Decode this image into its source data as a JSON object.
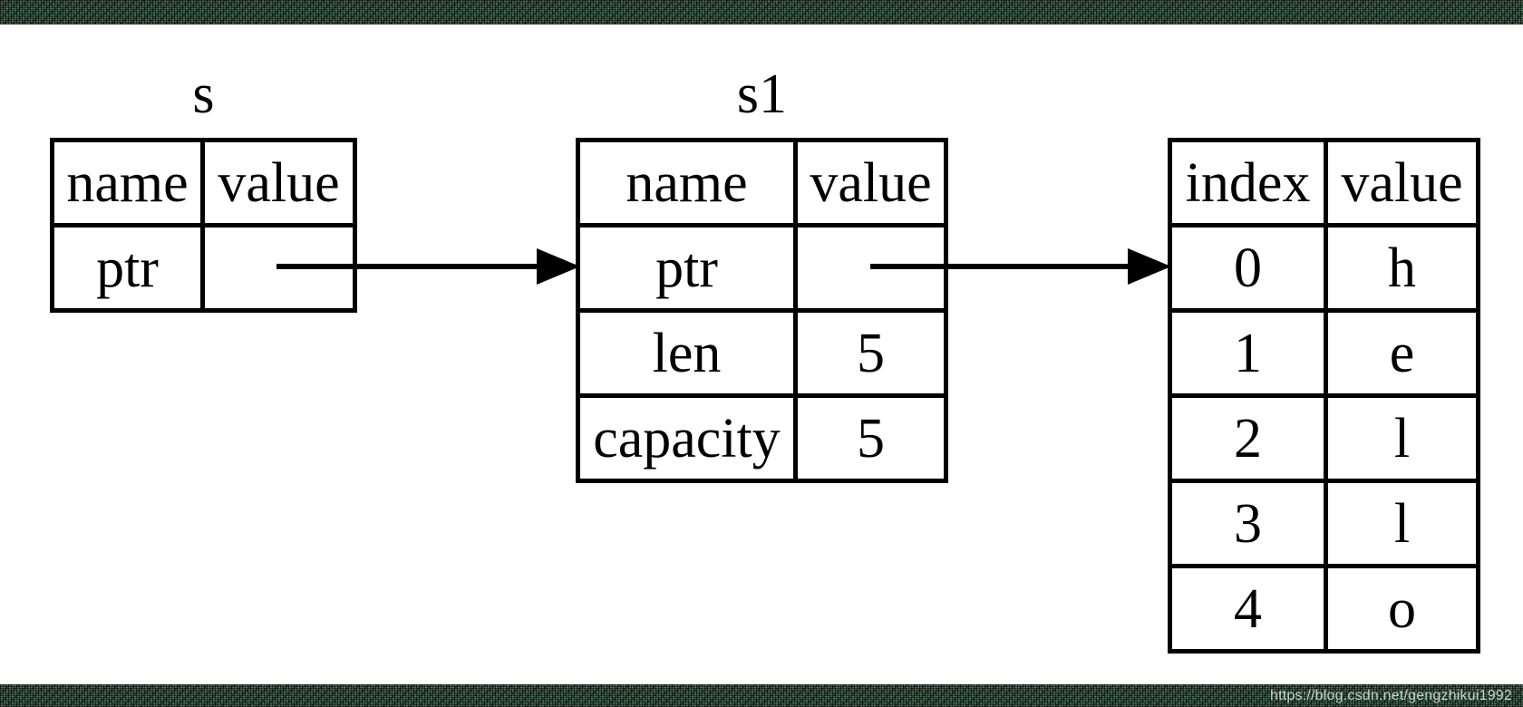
{
  "page": {
    "background": "#ffffff",
    "bar_color": "#527a5e",
    "text_color": "#000000",
    "watermark": "https://blog.csdn.net/gengzhikui1992"
  },
  "tables": {
    "s": {
      "title": "s",
      "headers": [
        "name",
        "value"
      ],
      "rows": [
        [
          "ptr",
          ""
        ]
      ]
    },
    "s1": {
      "title": "s1",
      "headers": [
        "name",
        "value"
      ],
      "rows": [
        [
          "ptr",
          ""
        ],
        [
          "len",
          "5"
        ],
        [
          "capacity",
          "5"
        ]
      ]
    },
    "heap": {
      "headers": [
        "index",
        "value"
      ],
      "rows": [
        [
          "0",
          "h"
        ],
        [
          "1",
          "e"
        ],
        [
          "2",
          "l"
        ],
        [
          "3",
          "l"
        ],
        [
          "4",
          "o"
        ]
      ]
    }
  }
}
